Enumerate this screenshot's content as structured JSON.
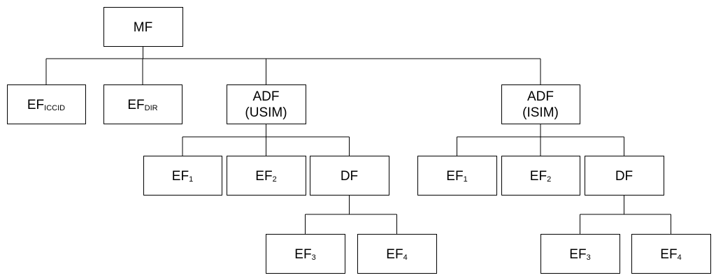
{
  "diagram": {
    "nodes": [
      {
        "id": "mf",
        "label": "MF",
        "sub": "",
        "parent": null
      },
      {
        "id": "ef-iccid",
        "label": "EF",
        "sub": "ICCID",
        "parent": "mf"
      },
      {
        "id": "ef-dir",
        "label": "EF",
        "sub": "DIR",
        "parent": "mf"
      },
      {
        "id": "adf-usim",
        "label": "ADF",
        "line2": "(USIM)",
        "parent": "mf"
      },
      {
        "id": "adf-isim",
        "label": "ADF",
        "line2": "(ISIM)",
        "parent": "mf"
      },
      {
        "id": "usim-ef1",
        "label": "EF",
        "sub": "1",
        "parent": "adf-usim"
      },
      {
        "id": "usim-ef2",
        "label": "EF",
        "sub": "2",
        "parent": "adf-usim"
      },
      {
        "id": "usim-df",
        "label": "DF",
        "sub": "",
        "parent": "adf-usim"
      },
      {
        "id": "usim-ef3",
        "label": "EF",
        "sub": "3",
        "parent": "usim-df"
      },
      {
        "id": "usim-ef4",
        "label": "EF",
        "sub": "4",
        "parent": "usim-df"
      },
      {
        "id": "isim-ef1",
        "label": "EF",
        "sub": "1",
        "parent": "adf-isim"
      },
      {
        "id": "isim-ef2",
        "label": "EF",
        "sub": "2",
        "parent": "adf-isim"
      },
      {
        "id": "isim-df",
        "label": "DF",
        "sub": "",
        "parent": "adf-isim"
      },
      {
        "id": "isim-ef3",
        "label": "EF",
        "sub": "3",
        "parent": "isim-df"
      },
      {
        "id": "isim-ef4",
        "label": "EF",
        "sub": "4",
        "parent": "isim-df"
      }
    ]
  }
}
